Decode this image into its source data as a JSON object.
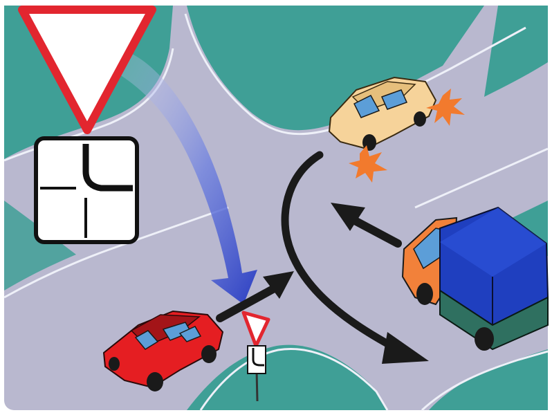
{
  "scene": {
    "subject": "traffic-intersection-illustration",
    "signs": [
      "give-way-sign",
      "secondary-road-plate"
    ],
    "vehicles": [
      "red-car",
      "beige-car",
      "blue-truck"
    ],
    "colors": {
      "road": "#b7b6cd",
      "grass": "#3f9f96",
      "sign_border": "#e2262f",
      "sign_fill": "#ffffff",
      "car_red": "#e51e22",
      "car_beige": "#f6d39a",
      "truck_cab": "#f2813a",
      "truck_box": "#1f3fbf",
      "truck_bed": "#2f7060",
      "arrow": "#1a1a1a",
      "pointer_arrow": "#3348c8",
      "impact": "#f27a2d"
    }
  }
}
